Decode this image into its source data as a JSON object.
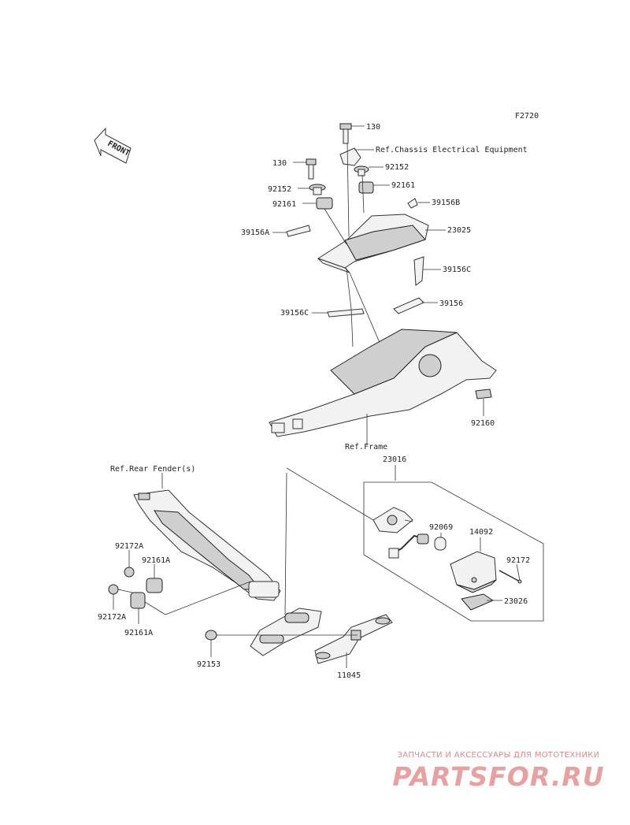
{
  "figure_code": "F2720",
  "front_label": "FRONT",
  "labels": {
    "p130_top": "130",
    "ref_chassis": "Ref.Chassis Electrical Equipment",
    "p130_left": "130",
    "p92152_right": "92152",
    "p92152_left": "92152",
    "p92161_right": "92161",
    "p92161_left": "92161",
    "p39156B": "39156B",
    "p39156A": "39156A",
    "p23025": "23025",
    "p39156C_right": "39156C",
    "p39156": "39156",
    "p39156C_left": "39156C",
    "p92160": "92160",
    "ref_frame": "Ref.Frame",
    "p23016": "23016",
    "ref_rear_fender": "Ref.Rear Fender(s)",
    "p92069": "92069",
    "p14092": "14092",
    "p92172": "92172",
    "p23026": "23026",
    "p92172A_top": "92172A",
    "p92161A_top": "92161A",
    "p92172A_bottom": "92172A",
    "p92161A_bottom": "92161A",
    "p92153": "92153",
    "p11045": "11045"
  },
  "watermark": {
    "tagline": "ЗАПЧАСТИ И АКСЕССУАРЫ ДЛЯ МОТОТЕХНИКИ",
    "logo": "PARTSFOR.RU"
  },
  "colors": {
    "line": "#333333",
    "watermark": "#e8a0a0"
  }
}
